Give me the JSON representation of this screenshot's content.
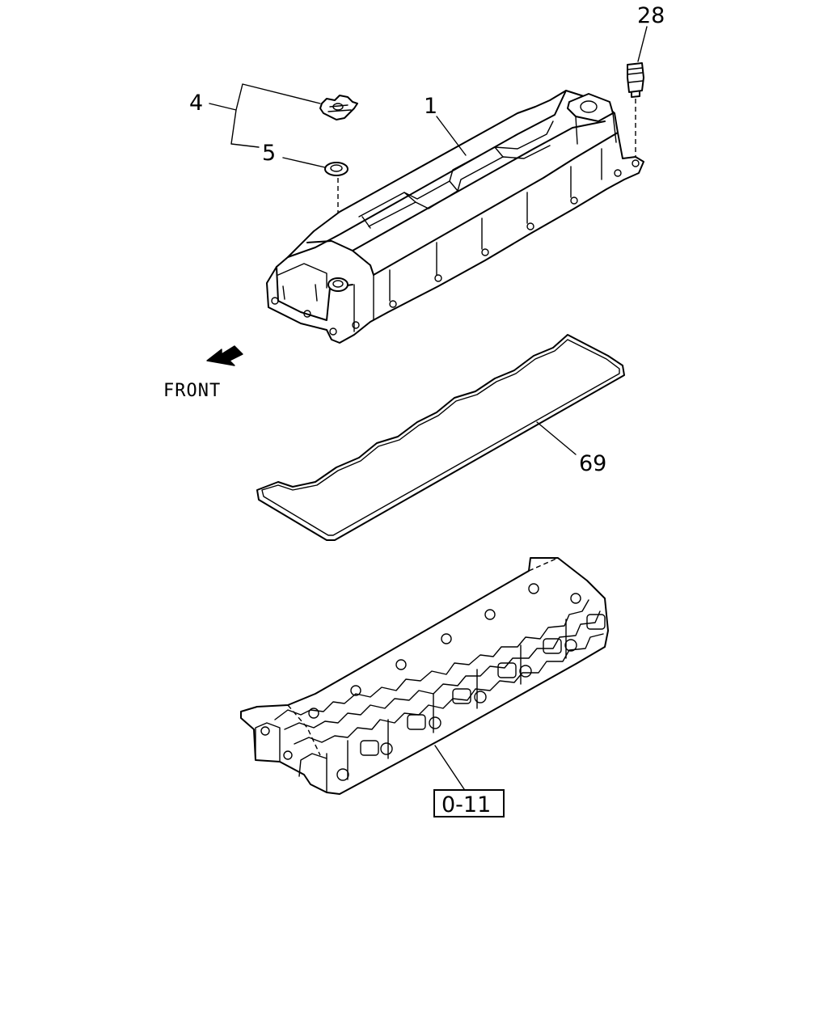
{
  "callouts": {
    "valve_cover": "1",
    "oil_filler_cap": "4",
    "cap_seal": "5",
    "breather_fitting": "28",
    "cover_gasket": "69"
  },
  "direction_label": "FRONT",
  "reference_box": "0-11"
}
